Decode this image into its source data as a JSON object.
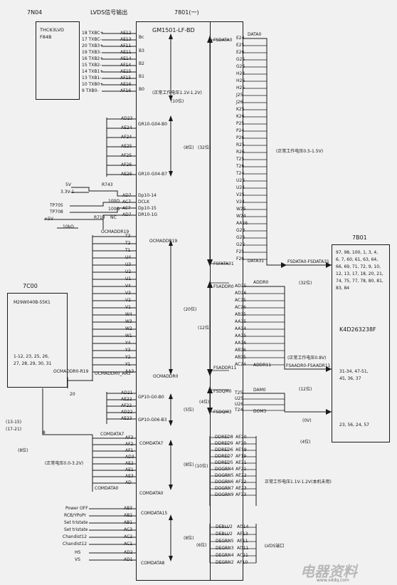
{
  "header": {
    "n7n04": "7N04",
    "lvds_out": "LVDS信号输出",
    "n7801": "7801(一)",
    "n7b01": "7B01",
    "n7c00": "7C00"
  },
  "chips": {
    "u7n04": {
      "l1": "THC63LVD",
      "l2": "F84B"
    },
    "main": {
      "part": "GM1501-LF-BD"
    },
    "u7c00": {
      "part": "M29W040B-55K1",
      "pins": [
        "1-12, 23, 25, 26,",
        "27, 28, 29, 30, 31"
      ]
    },
    "u7b01": {
      "pins": [
        "97, 98, 100, 1, 3, 4,",
        "6, 7, 60, 61, 63, 64,",
        "66, 69, 71, 72, 9, 10,",
        "12, 13, 17, 18, 20, 21,",
        "74, 75, 77, 78, 80, 81,",
        "83, 84"
      ],
      "part": "K4D263238F",
      "p2": [
        "31-34, 47-51,",
        "45, 36, 37"
      ],
      "p3": "23, 56, 24, 57"
    }
  },
  "lvds": {
    "left": [
      "18 TXBC+",
      "17 TXBC-",
      "20 TXB3+",
      "19 TXB3-",
      "16 TXB2+",
      "15 TXB2-",
      "14 TXB1+",
      "13 TXB1-",
      "10 TXB0+",
      "9 TXB0-"
    ],
    "right": [
      "AE12",
      "AE13",
      "AF11",
      "AE11",
      "AE14",
      "AF14",
      "AE15",
      "AF15",
      "AE16",
      "AF16"
    ],
    "groups": [
      "Bc",
      "B3",
      "B2",
      "B1",
      "B0"
    ],
    "note1": "(正常工作电压1.1V-1.2V)",
    "note2": "(10位)"
  },
  "gp1": {
    "pins": [
      "AD23",
      "AE24",
      "AF24",
      "AE25",
      "AF25",
      "AF26",
      "AE26"
    ],
    "top": "GR10-G04-B0",
    "bot": "GR10-G04-B7",
    "bits": "(8位)"
  },
  "clk": {
    "v5": "5V",
    "v33": "3.3V-1",
    "r743": "R743",
    "r100a": "100Ω",
    "r100b": "100Ω",
    "r710": "R710",
    "nc": "NC",
    "tp705": "TP705",
    "tp708": "TP708",
    "v5p": "+5V",
    "r10k": "10kΩ",
    "pins": [
      "AD7",
      "AC7",
      "AE7",
      "AD7"
    ],
    "sig": [
      "Dp10-14",
      "DCLK",
      "Dp10-15",
      "DR10-1G"
    ]
  },
  "ocm": {
    "top": "OCMADDR19",
    "mid": "OCMADDR19",
    "bot": "OCMADDR0",
    "pins": [
      "T3",
      "T2",
      "T1",
      "U4",
      "U3",
      "U2",
      "U1",
      "V4",
      "V3",
      "V2",
      "V1",
      "W4",
      "W3",
      "W2",
      "W1",
      "Y4",
      "Y3",
      "Y2",
      "Y1",
      "AA3"
    ],
    "bits": "(20位)",
    "bus_l": "OCMADDR0-R19",
    "n20": "20",
    "bus_r": "OCMADDR0_AA3"
  },
  "fsd": {
    "top": "FSDATA0",
    "bot": "FSFATA31",
    "d0": "DATA0",
    "d31": "DATA31",
    "bits": "(32位)",
    "pins": [
      "E24",
      "E25",
      "E26",
      "G25",
      "G26",
      "H24",
      "H26",
      "H25",
      "J25",
      "J26",
      "K25",
      "K26",
      "P25",
      "P24",
      "P26",
      "R25",
      "R26",
      "T25",
      "T26",
      "T24",
      "U23",
      "U24",
      "V25",
      "V24",
      "W25",
      "W24",
      "AA26",
      "G23",
      "G24",
      "G22",
      "F25",
      "F26"
    ],
    "bus": "FSDATA0-FSDATA31",
    "busbits": "(32位)",
    "note": "(正常工作电压0.5-1.5V)"
  },
  "fsa": {
    "top": "FSADDR0",
    "bot": "FSADDR11",
    "a0": "ADDR0",
    "a11": "ADDR11",
    "bits": "(12位)",
    "pins": [
      "AD25",
      "AD26",
      "AC25",
      "AC26",
      "AB25",
      "AA25",
      "AA24",
      "AA25",
      "AA26",
      "AB26",
      "AB25",
      "AC24"
    ],
    "bus": "FSAADR0-FSAADR11",
    "busbits": "(12位)",
    "note": "(正常工作电压0.8V)"
  },
  "dqm": {
    "top": "FSDQM0",
    "bot": "FSDQM3",
    "pins": [
      "T25",
      "U25",
      "U26",
      "T24"
    ],
    "dam0": "DAM0",
    "dom3": "DOM3",
    "bits": "(4位)",
    "volt": "(0V)",
    "bits2": "(4位)"
  },
  "gp2": {
    "pins": [
      "AD21",
      "AE22",
      "AF22",
      "AD22",
      "AE23"
    ],
    "top": "GP10-G0-B0",
    "bot": "GP10-G06-B3",
    "bits": "(5位)"
  },
  "com": {
    "top": "COMDATA7",
    "bot": "COMDATA0",
    "pins": [
      "AF3",
      "AF2",
      "AF1",
      "AD3",
      "AE2",
      "AE1",
      "AE3",
      "AD"
    ],
    "bits": "(8位)",
    "l7": "COMDATA7",
    "l0": "COMDATA0",
    "note": "(正常电压0.0-3.2V)",
    "side": [
      "(13-15)",
      "(17-21)"
    ],
    "n8": "8",
    "b8": "(8位)"
  },
  "lvdsa": {
    "sig": [
      "DDRED8",
      "DDRED9",
      "DDRED6",
      "DDRED7",
      "DDRED5",
      "DOGRN4",
      "DOGRN5",
      "DOGRN6",
      "DOGRN7",
      "DOGRN9"
    ],
    "pins": [
      "AE20",
      "AF20",
      "AE19",
      "AF19",
      "AE21",
      "AF21",
      "AE22",
      "AF22",
      "AE23",
      "AF23"
    ],
    "bits": "(10位)",
    "note": "正常工作电压1.1V-1.2V(本机未用)"
  },
  "ctl": {
    "top": "COMDATA15",
    "bot": "COMDATA8",
    "pins": [
      "AB3",
      "AB2",
      "AB1",
      "AC3",
      "AC2",
      "AC1",
      "AD2",
      "AD1"
    ],
    "sig": [
      "Power OFF",
      "RCB/YPoPr",
      "Set tristate",
      "Set tristate",
      "Chandist12",
      "Chandist12",
      "HS",
      "VS"
    ],
    "bits": "(8位)"
  },
  "lvdsb": {
    "sig": [
      "DEBLU2",
      "DEBLU2",
      "DEGRN5",
      "DEGRN3",
      "DEGRN4",
      "DEGRN2"
    ],
    "pins": [
      "AD14",
      "AE13",
      "AE11",
      "AD11",
      "AC11",
      "AF10"
    ],
    "bits": "(6位)",
    "label": "LVDS端口"
  },
  "watermark": {
    "big": "电器资料",
    "url": "www.xddq.com"
  }
}
